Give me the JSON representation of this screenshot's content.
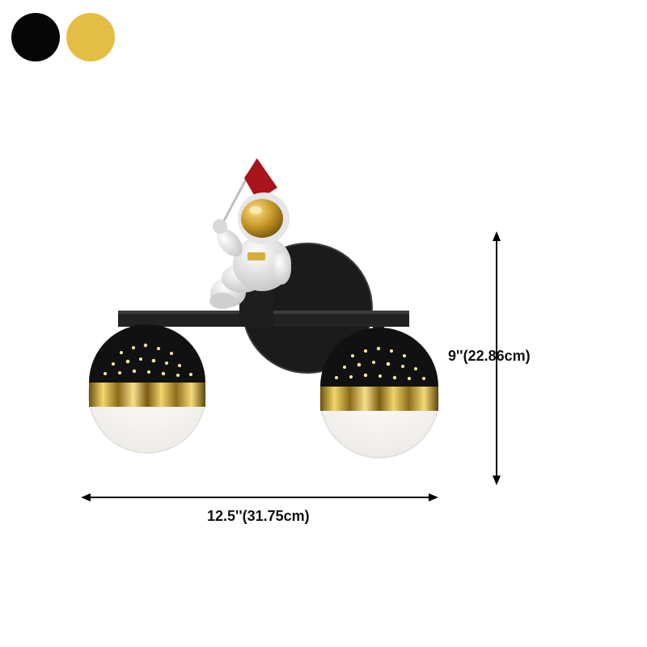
{
  "swatches": [
    {
      "name": "black",
      "color": "#050505"
    },
    {
      "name": "gold",
      "color": "#e4bd45"
    }
  ],
  "dimensions": {
    "height_label": "9''(22.86cm)",
    "width_label": "12.5''(31.75cm)"
  }
}
